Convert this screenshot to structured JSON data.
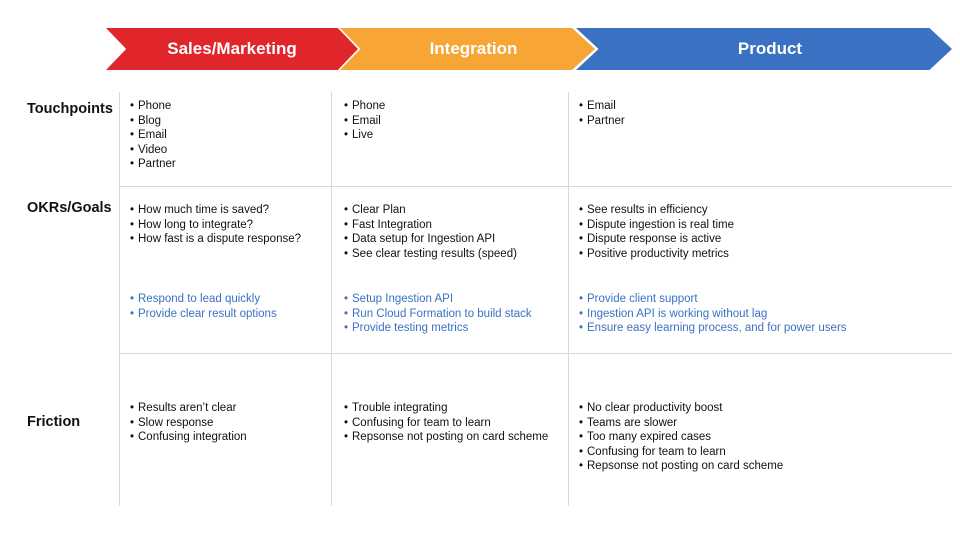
{
  "columns": [
    {
      "label": "Sales/Marketing",
      "color": "#e0262a"
    },
    {
      "label": "Integration",
      "color": "#f7a535"
    },
    {
      "label": "Product",
      "color": "#3a71c3"
    }
  ],
  "rows": {
    "touchpoints": {
      "label": "Touchpoints",
      "cells": [
        [
          "Phone",
          "Blog",
          "Email",
          "Video",
          "Partner"
        ],
        [
          "Phone",
          "Email",
          "Live"
        ],
        [
          "Email",
          "Partner"
        ]
      ]
    },
    "okrs": {
      "label": "OKRs/Goals",
      "questions": [
        [
          "How much time is saved?",
          "How long to integrate?",
          "How fast is a dispute response?"
        ],
        [
          "Clear Plan",
          "Fast Integration",
          "Data setup for Ingestion API",
          "See clear testing results (speed)"
        ],
        [
          "See results in efficiency",
          "Dispute ingestion is real time",
          "Dispute response is active",
          "Positive productivity metrics"
        ]
      ],
      "goals": [
        [
          "Respond to lead quickly",
          "Provide clear result options"
        ],
        [
          "Setup Ingestion API",
          "Run Cloud Formation to build stack",
          "Provide testing metrics"
        ],
        [
          "Provide client support",
          "Ingestion API is working without lag",
          "Ensure easy learning process, and for power users"
        ]
      ]
    },
    "friction": {
      "label": "Friction",
      "cells": [
        [
          "Results aren’t clear",
          "Slow response",
          "Confusing integration"
        ],
        [
          "Trouble integrating",
          "Confusing for team to learn",
          "Repsonse not posting on card scheme"
        ],
        [
          "No clear productivity boost",
          "Teams are slower",
          "Too many expired cases",
          "Confusing for team to learn",
          "Repsonse not posting on card scheme"
        ]
      ]
    }
  },
  "colors": {
    "goal_text": "#3a71c3",
    "divider": "#d8d8d8"
  }
}
